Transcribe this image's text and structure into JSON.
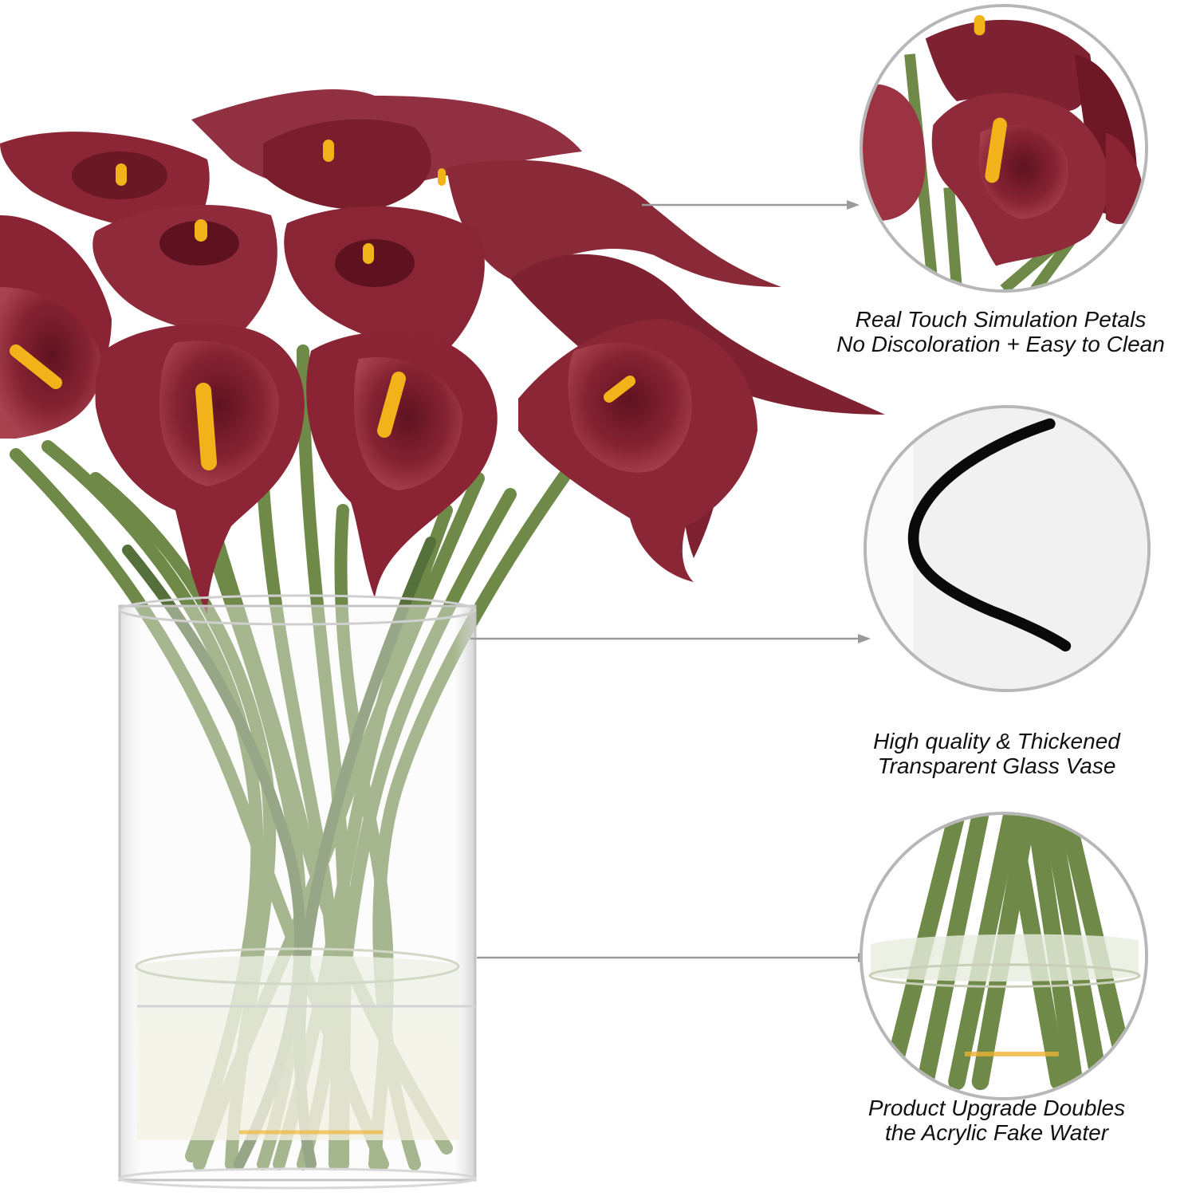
{
  "product": {
    "subject": "Artificial burgundy calla lily bouquet in cylindrical glass vase",
    "colors": {
      "petal": "#8c2535",
      "petal_light": "#a8424f",
      "petal_dark": "#5e1220",
      "spadix": "#f2b31a",
      "stem": "#6f8a48",
      "stem_dark": "#55703a",
      "callout_ring": "#b7b7b7",
      "arrow": "#9a9a9a",
      "text": "#111111"
    }
  },
  "callouts": [
    {
      "id": "petals",
      "icon": "petal-closeup",
      "lines": [
        "Real Touch Simulation Petals",
        "No Discoloration + Easy to Clean"
      ]
    },
    {
      "id": "glass",
      "icon": "glass-rim-closeup",
      "lines": [
        "High quality & Thickened",
        "Transparent Glass Vase"
      ]
    },
    {
      "id": "water",
      "icon": "fake-water-closeup",
      "lines": [
        "Product Upgrade Doubles",
        "the Acrylic Fake Water"
      ]
    }
  ]
}
